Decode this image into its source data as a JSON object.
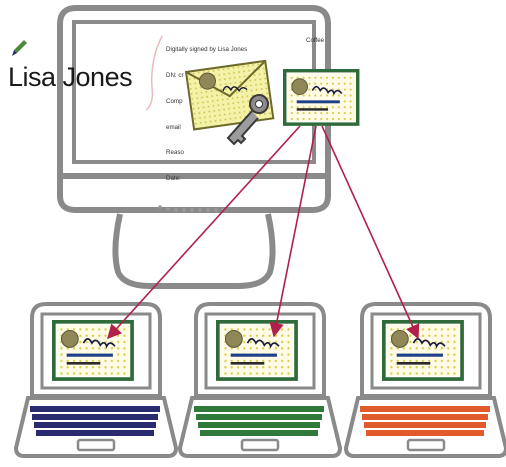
{
  "signature": {
    "name": "Lisa Jones",
    "details": [
      "Digitally signed by Lisa Jones",
      "DN: cr",
      "Comp",
      "email",
      "Reaso",
      "Date:"
    ],
    "details_overflow": "Coffee"
  },
  "laptops": [
    {
      "keyboard_color": "#2a2a6e"
    },
    {
      "keyboard_color": "#2f7a3a"
    },
    {
      "keyboard_color": "#e05a2b"
    }
  ],
  "colors": {
    "outline": "#8a8a8a",
    "arrow": "#b0204a",
    "certificate_frame": "#2f6b3a",
    "certificate_paper": "#fffbe6",
    "envelope": "#f2f0a8"
  }
}
